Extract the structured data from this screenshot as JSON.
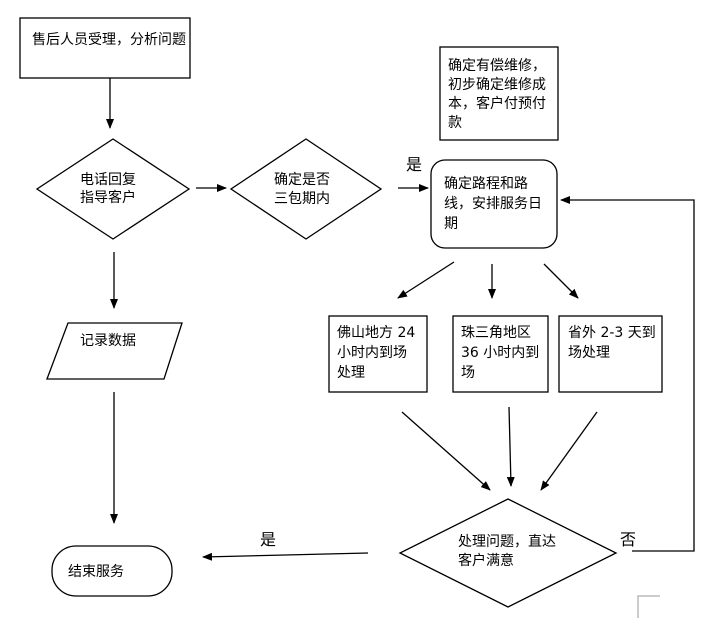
{
  "nodes": {
    "start": {
      "lines": [
        "售后人员受理，分析问题"
      ]
    },
    "phone_guide": {
      "lines": [
        "电话回复",
        "指导客户"
      ]
    },
    "warranty_check": {
      "lines": [
        "确定是否",
        "三包期内"
      ]
    },
    "paid_repair": {
      "lines": [
        "确定有偿维修，",
        "初步确定维修成",
        "本，客户付预付",
        "款"
      ]
    },
    "route_schedule": {
      "lines": [
        "确定路程和路",
        "线，安排服务日",
        "期"
      ]
    },
    "record_data": {
      "lines": [
        "记录数据"
      ]
    },
    "foshan": {
      "lines": [
        "佛山地方 24",
        "小时内到场",
        "处理"
      ]
    },
    "pearl_delta": {
      "lines": [
        "珠三角地区",
        "36 小时内到",
        "场"
      ]
    },
    "outside_province": {
      "lines": [
        "省外 2-3 天到",
        "场处理"
      ]
    },
    "resolve_check": {
      "lines": [
        "处理问题，直达",
        "客户满意"
      ]
    },
    "end": {
      "lines": [
        "结束服务"
      ]
    }
  },
  "edge_labels": {
    "warranty_yes": "是",
    "satisfied_yes": "是",
    "satisfied_no": "否"
  }
}
